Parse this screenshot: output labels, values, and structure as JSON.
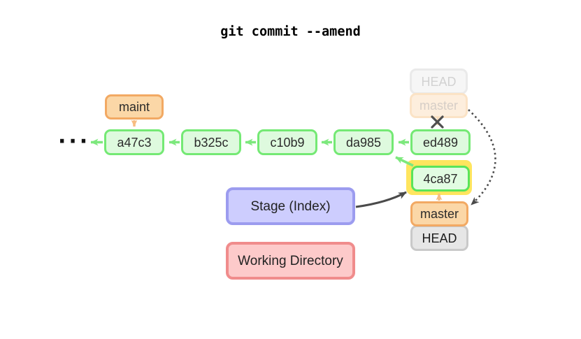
{
  "title": "git commit --amend",
  "diagram": {
    "ellipsis": "···",
    "commits": [
      {
        "id": "a47c3"
      },
      {
        "id": "b325c"
      },
      {
        "id": "c10b9"
      },
      {
        "id": "da985"
      },
      {
        "id": "ed489"
      }
    ],
    "amended_commit": {
      "id": "4ca87"
    },
    "labels": {
      "maint": "maint",
      "old_head": "HEAD",
      "old_master": "master",
      "new_master": "master",
      "new_head": "HEAD",
      "stage": "Stage (Index)",
      "working_directory": "Working Directory"
    },
    "colors": {
      "commit_border": "#74e974",
      "commit_fill": "#defade",
      "amended_border": "#5ae45a",
      "highlight_yellow": "#ffe55e",
      "branch_border": "#f2a963",
      "branch_fill": "#fbd7a7",
      "head_border": "#c9c9c9",
      "head_fill": "#e6e6e6",
      "faded_head_fill": "#f6f6f6",
      "faded_master_fill": "#fdeedd",
      "stage_border": "#9c9cef",
      "stage_fill": "#cdcdfe",
      "working_dir_border": "#f08c8c",
      "working_dir_fill": "#fdcaca",
      "arrow_green": "#7de87d",
      "arrow_orange": "#f7bd82",
      "arrow_dark": "#4a4a4a"
    }
  }
}
